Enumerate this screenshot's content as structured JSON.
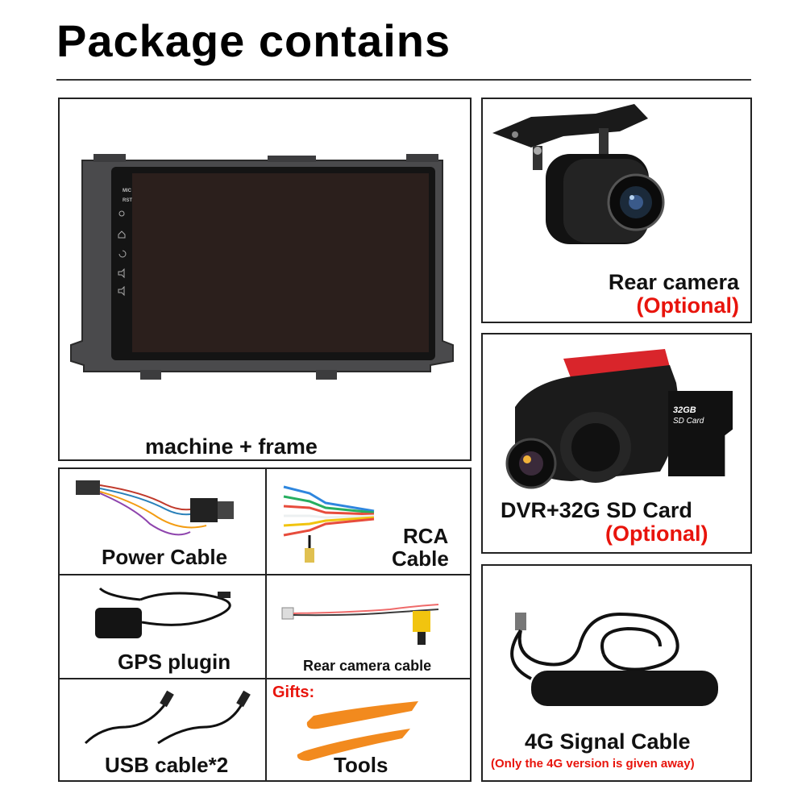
{
  "header": {
    "title": "Package contains"
  },
  "machine": {
    "label": "machine + frame",
    "screen_labels": [
      "MIC",
      "RST"
    ]
  },
  "rear_camera": {
    "label": "Rear camera",
    "optional": "(Optional)"
  },
  "dvr": {
    "label": "DVR+32G SD Card",
    "optional": "(Optional)",
    "sd_card_text": [
      "32GB",
      "SD Card"
    ]
  },
  "signal": {
    "label": "4G Signal Cable",
    "note": "(Only the 4G version is given away)"
  },
  "grid": {
    "power": "Power Cable",
    "rca": [
      "RCA",
      "Cable"
    ],
    "gps": "GPS plugin",
    "rear_cable": "Rear camera cable",
    "usb": "USB cable*2",
    "gifts": "Gifts:",
    "tools": "Tools"
  },
  "colors": {
    "accent_red": "#e8140c",
    "tool_orange": "#f28a1e",
    "border": "#222222"
  }
}
